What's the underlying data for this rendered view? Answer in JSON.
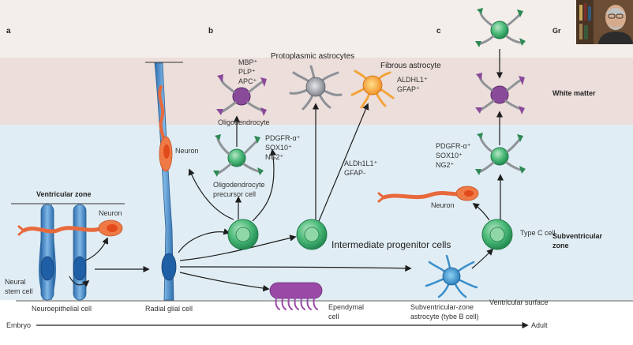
{
  "panels": {
    "a": "a",
    "b": "b",
    "c": "c"
  },
  "zones": {
    "grey_matter": "Gr",
    "white_matter": "White matter",
    "subventricular_line1": "Subventricular",
    "subventricular_line2": "zone",
    "ventricular_zone": "Ventricular zone",
    "ventricular_surface": "Ventricular surface"
  },
  "timeline": {
    "start": "Embryo",
    "end": "Adult"
  },
  "cells": {
    "neuron_left": "Neuron",
    "neural_stem_line1": "Neural",
    "neural_stem_line2": "stem cell",
    "neuroepithelial": "Neuroepithelial cell",
    "radial_glial": "Radial glial cell",
    "neuron_radial": "Neuron",
    "oligodendrocyte": "Oligodendrocyte",
    "opc_line1": "Oligodendrocyte",
    "opc_line2": "precursor cell",
    "protoplasmic": "Protoplasmic astrocytes",
    "fibrous": "Fibrous astrocyte",
    "intermediate": "Intermediate progenitor cells",
    "ependymal_line1": "Ependymal",
    "ependymal_line2": "cell",
    "svz_astro_line1": "Subventricular-zone",
    "svz_astro_line2": "astrocyte (tybe B cell)",
    "type_c": "Type C cell",
    "neuron_right": "Neuron"
  },
  "markers": {
    "olig_mbp": "MBP⁺",
    "olig_plp": "PLP⁺",
    "olig_apc": "APC⁺",
    "opc_pdgfr": "PDGFR-α⁺",
    "opc_sox10": "SOX10⁺",
    "opc_ng2": "NG2⁺",
    "fibrous_aldhl1": "ALDHL1⁺",
    "fibrous_gfap": "GFAP⁺",
    "mid_aldh": "ALDh1L1⁺",
    "mid_gfap": "GFAP-",
    "right_pdgfr": "PDGFR-α⁺",
    "right_sox10": "SOX10⁺",
    "right_ng2": "NG2⁺"
  },
  "colors": {
    "grey_band": "#f3eeea",
    "white_band": "#ecdedb",
    "svz_band": "#e0edf4",
    "progenitor": "#3cae6e",
    "oligo": "#8a4a9a",
    "astro_grey": "#9a9ca3",
    "astro_orange": "#f0a23a",
    "neuron": "#e8693c",
    "radial": "#3f86c8",
    "ependymal": "#9a4aa6"
  }
}
